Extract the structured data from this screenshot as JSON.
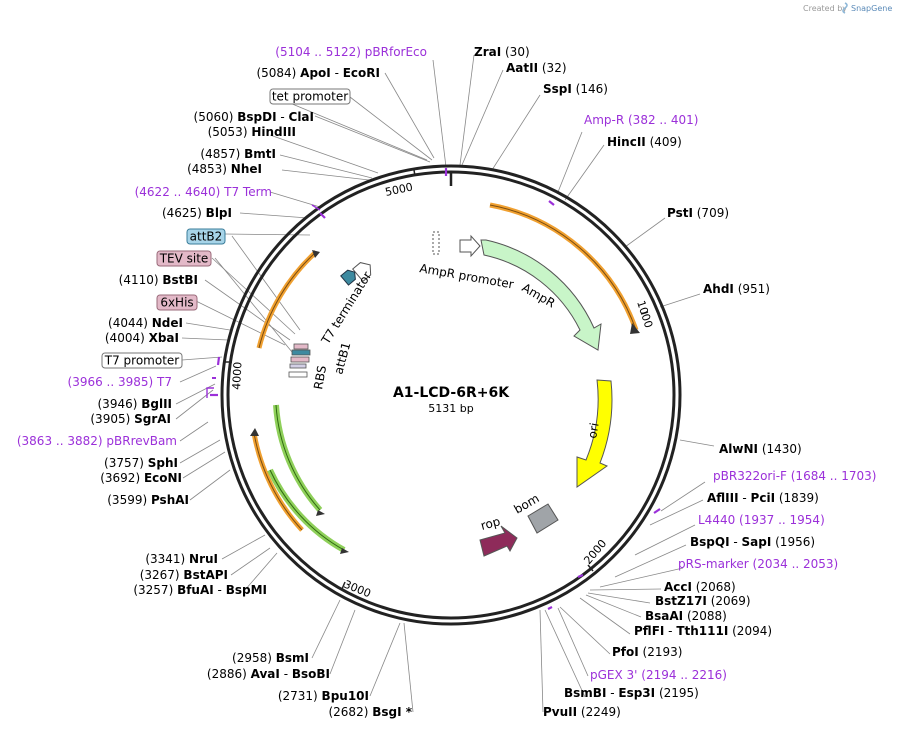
{
  "watermark": "Created by",
  "brand": "SnapGene",
  "plasmid": {
    "name": "A1-LCD-6R+6K",
    "size_label": "5131 bp"
  },
  "ring_ticks": [
    "1000",
    "2000",
    "3000",
    "4000",
    "5000"
  ],
  "sites_right": [
    {
      "id": "zrai",
      "parts": [
        [
          "ZraI",
          "b"
        ],
        [
          "(30)",
          ""
        ]
      ]
    },
    {
      "id": "aatii",
      "parts": [
        [
          "AatII",
          "b"
        ],
        [
          "(32)",
          ""
        ]
      ]
    },
    {
      "id": "sspi",
      "parts": [
        [
          "SspI",
          "b"
        ],
        [
          "(146)",
          ""
        ]
      ]
    },
    {
      "id": "ampr-primer",
      "parts": [
        [
          "Amp-R",
          "p"
        ],
        [
          "(382 .. 401)",
          "p"
        ]
      ]
    },
    {
      "id": "hincii",
      "parts": [
        [
          "HincII",
          "b"
        ],
        [
          "(409)",
          ""
        ]
      ]
    },
    {
      "id": "psti",
      "parts": [
        [
          "PstI",
          "b"
        ],
        [
          "(709)",
          ""
        ]
      ]
    },
    {
      "id": "ahdi",
      "parts": [
        [
          "AhdI",
          "b"
        ],
        [
          "(951)",
          ""
        ]
      ]
    },
    {
      "id": "alwni",
      "parts": [
        [
          "AlwNI",
          "b"
        ],
        [
          "(1430)",
          ""
        ]
      ]
    },
    {
      "id": "pbr322ori-f",
      "parts": [
        [
          "pBR322ori-F",
          "p"
        ],
        [
          "(1684 .. 1703)",
          "p"
        ]
      ]
    },
    {
      "id": "afliii",
      "parts": [
        [
          "AflIII",
          "b"
        ],
        [
          "-",
          ""
        ],
        [
          "PciI",
          "b"
        ],
        [
          "(1839)",
          ""
        ]
      ]
    },
    {
      "id": "l4440",
      "parts": [
        [
          "L4440",
          "p"
        ],
        [
          "(1937 .. 1954)",
          "p"
        ]
      ]
    },
    {
      "id": "bspqi",
      "parts": [
        [
          "BspQI",
          "b"
        ],
        [
          "-",
          ""
        ],
        [
          "SapI",
          "b"
        ],
        [
          "(1956)",
          ""
        ]
      ]
    },
    {
      "id": "prs-marker",
      "parts": [
        [
          "pRS-marker",
          "p"
        ],
        [
          "(2034 .. 2053)",
          "p"
        ]
      ]
    },
    {
      "id": "acci",
      "parts": [
        [
          "AccI",
          "b"
        ],
        [
          "(2068)",
          ""
        ]
      ]
    },
    {
      "id": "bstz17i",
      "parts": [
        [
          "BstZ17I",
          "b"
        ],
        [
          "(2069)",
          ""
        ]
      ]
    },
    {
      "id": "bsaai",
      "parts": [
        [
          "BsaAI",
          "b"
        ],
        [
          "(2088)",
          ""
        ]
      ]
    },
    {
      "id": "pflfi",
      "parts": [
        [
          "PflFI",
          "b"
        ],
        [
          "-",
          ""
        ],
        [
          "Tth111I",
          "b"
        ],
        [
          "(2094)",
          ""
        ]
      ]
    },
    {
      "id": "pfoi",
      "parts": [
        [
          "PfoI",
          "b"
        ],
        [
          "(2193)",
          ""
        ]
      ]
    },
    {
      "id": "pgex3",
      "parts": [
        [
          "pGEX 3'",
          "p"
        ],
        [
          "(2194 .. 2216)",
          "p"
        ]
      ]
    },
    {
      "id": "bsmbi",
      "parts": [
        [
          "BsmBI",
          "b"
        ],
        [
          "-",
          ""
        ],
        [
          "Esp3I",
          "b"
        ],
        [
          "(2195)",
          ""
        ]
      ]
    },
    {
      "id": "pvuii",
      "parts": [
        [
          "PvuII",
          "b"
        ],
        [
          "(2249)",
          ""
        ]
      ]
    }
  ],
  "sites_left": [
    {
      "id": "pbrforeco",
      "parts": [
        [
          "(5104 .. 5122)",
          "p"
        ],
        [
          "pBRforEco",
          "p"
        ]
      ]
    },
    {
      "id": "apoi",
      "parts": [
        [
          "(5084)",
          ""
        ],
        [
          "ApoI",
          "b"
        ],
        [
          "-",
          ""
        ],
        [
          "EcoRI",
          "b"
        ]
      ]
    },
    {
      "id": "bspdi",
      "parts": [
        [
          "(5060)",
          ""
        ],
        [
          "BspDI",
          "b"
        ],
        [
          "-",
          ""
        ],
        [
          "ClaI",
          "b"
        ]
      ]
    },
    {
      "id": "hindiii",
      "parts": [
        [
          "(5053)",
          ""
        ],
        [
          "HindIII",
          "b"
        ]
      ]
    },
    {
      "id": "bmti",
      "parts": [
        [
          "(4857)",
          ""
        ],
        [
          "BmtI",
          "b"
        ]
      ]
    },
    {
      "id": "nhei",
      "parts": [
        [
          "(4853)",
          ""
        ],
        [
          "NheI",
          "b"
        ]
      ]
    },
    {
      "id": "t7term",
      "parts": [
        [
          "(4622 .. 4640)",
          "p"
        ],
        [
          "T7 Term",
          "p"
        ]
      ]
    },
    {
      "id": "blpi",
      "parts": [
        [
          "(4625)",
          ""
        ],
        [
          "BlpI",
          "b"
        ]
      ]
    },
    {
      "id": "bstbi",
      "parts": [
        [
          "(4110)",
          ""
        ],
        [
          "BstBI",
          "b"
        ]
      ]
    },
    {
      "id": "ndei",
      "parts": [
        [
          "(4044)",
          ""
        ],
        [
          "NdeI",
          "b"
        ]
      ]
    },
    {
      "id": "xbai",
      "parts": [
        [
          "(4004)",
          ""
        ],
        [
          "XbaI",
          "b"
        ]
      ]
    },
    {
      "id": "t7-primer",
      "parts": [
        [
          "(3966 .. 3985)",
          "p"
        ],
        [
          "T7",
          "p"
        ]
      ]
    },
    {
      "id": "bglii",
      "parts": [
        [
          "(3946)",
          ""
        ],
        [
          "BglII",
          "b"
        ]
      ]
    },
    {
      "id": "sgrai",
      "parts": [
        [
          "(3905)",
          ""
        ],
        [
          "SgrAI",
          "b"
        ]
      ]
    },
    {
      "id": "pbrrevbam",
      "parts": [
        [
          "(3863 .. 3882)",
          "p"
        ],
        [
          "pBRrevBam",
          "p"
        ]
      ]
    },
    {
      "id": "sphi",
      "parts": [
        [
          "(3757)",
          ""
        ],
        [
          "SphI",
          "b"
        ]
      ]
    },
    {
      "id": "econi",
      "parts": [
        [
          "(3692)",
          ""
        ],
        [
          "EcoNI",
          "b"
        ]
      ]
    },
    {
      "id": "pshai",
      "parts": [
        [
          "(3599)",
          ""
        ],
        [
          "PshAI",
          "b"
        ]
      ]
    },
    {
      "id": "nrui",
      "parts": [
        [
          "(3341)",
          ""
        ],
        [
          "NruI",
          "b"
        ]
      ]
    },
    {
      "id": "bstapi",
      "parts": [
        [
          "(3267)",
          ""
        ],
        [
          "BstAPI",
          "b"
        ]
      ]
    },
    {
      "id": "bfuai",
      "parts": [
        [
          "(3257)",
          ""
        ],
        [
          "BfuAI",
          "b"
        ],
        [
          "-",
          ""
        ],
        [
          "BspMI",
          "b"
        ]
      ]
    },
    {
      "id": "bsmi",
      "parts": [
        [
          "(2958)",
          ""
        ],
        [
          "BsmI",
          "b"
        ]
      ]
    },
    {
      "id": "avai",
      "parts": [
        [
          "(2886)",
          ""
        ],
        [
          "AvaI",
          "b"
        ],
        [
          "-",
          ""
        ],
        [
          "BsoBI",
          "b"
        ]
      ]
    },
    {
      "id": "bpu10i",
      "parts": [
        [
          "(2731)",
          ""
        ],
        [
          "Bpu10I",
          "b"
        ]
      ]
    },
    {
      "id": "bsgi",
      "parts": [
        [
          "(2682)",
          ""
        ],
        [
          "BsgI *",
          "b"
        ]
      ]
    }
  ],
  "boxed_labels": [
    {
      "id": "tet-promoter",
      "text": "tet promoter",
      "fill": "#ffffff",
      "stroke": "#777777"
    },
    {
      "id": "attb2",
      "text": "attB2",
      "fill": "#a7d4e8",
      "stroke": "#3a7d9a"
    },
    {
      "id": "tev-site",
      "text": "TEV site",
      "fill": "#e3b9c8",
      "stroke": "#9a6a7a"
    },
    {
      "id": "6xhis",
      "text": "6xHis",
      "fill": "#e3b9c8",
      "stroke": "#9a6a7a"
    },
    {
      "id": "t7-promoter",
      "text": "T7 promoter",
      "fill": "#ffffff",
      "stroke": "#777777"
    }
  ],
  "features": [
    {
      "id": "ampr-promoter",
      "text": "AmpR promoter"
    },
    {
      "id": "ampr",
      "text": "AmpR"
    },
    {
      "id": "ori",
      "text": "ori"
    },
    {
      "id": "rop",
      "text": "rop"
    },
    {
      "id": "bom",
      "text": "bom"
    },
    {
      "id": "t7-terminator",
      "text": "T7 terminator"
    },
    {
      "id": "rbs",
      "text": "RBS"
    },
    {
      "id": "attb1",
      "text": "attB1"
    }
  ],
  "colors": {
    "primer": "#9b30d9",
    "ampr_fill": "#c8f5c8",
    "ori_fill": "#ffff00",
    "rop_fill": "#8e2b5a",
    "bom_fill": "#a0a4a8",
    "orf_orange": "#f0a030",
    "orf_green": "#5aa02c",
    "attb_fill": "#3d8aa0"
  }
}
